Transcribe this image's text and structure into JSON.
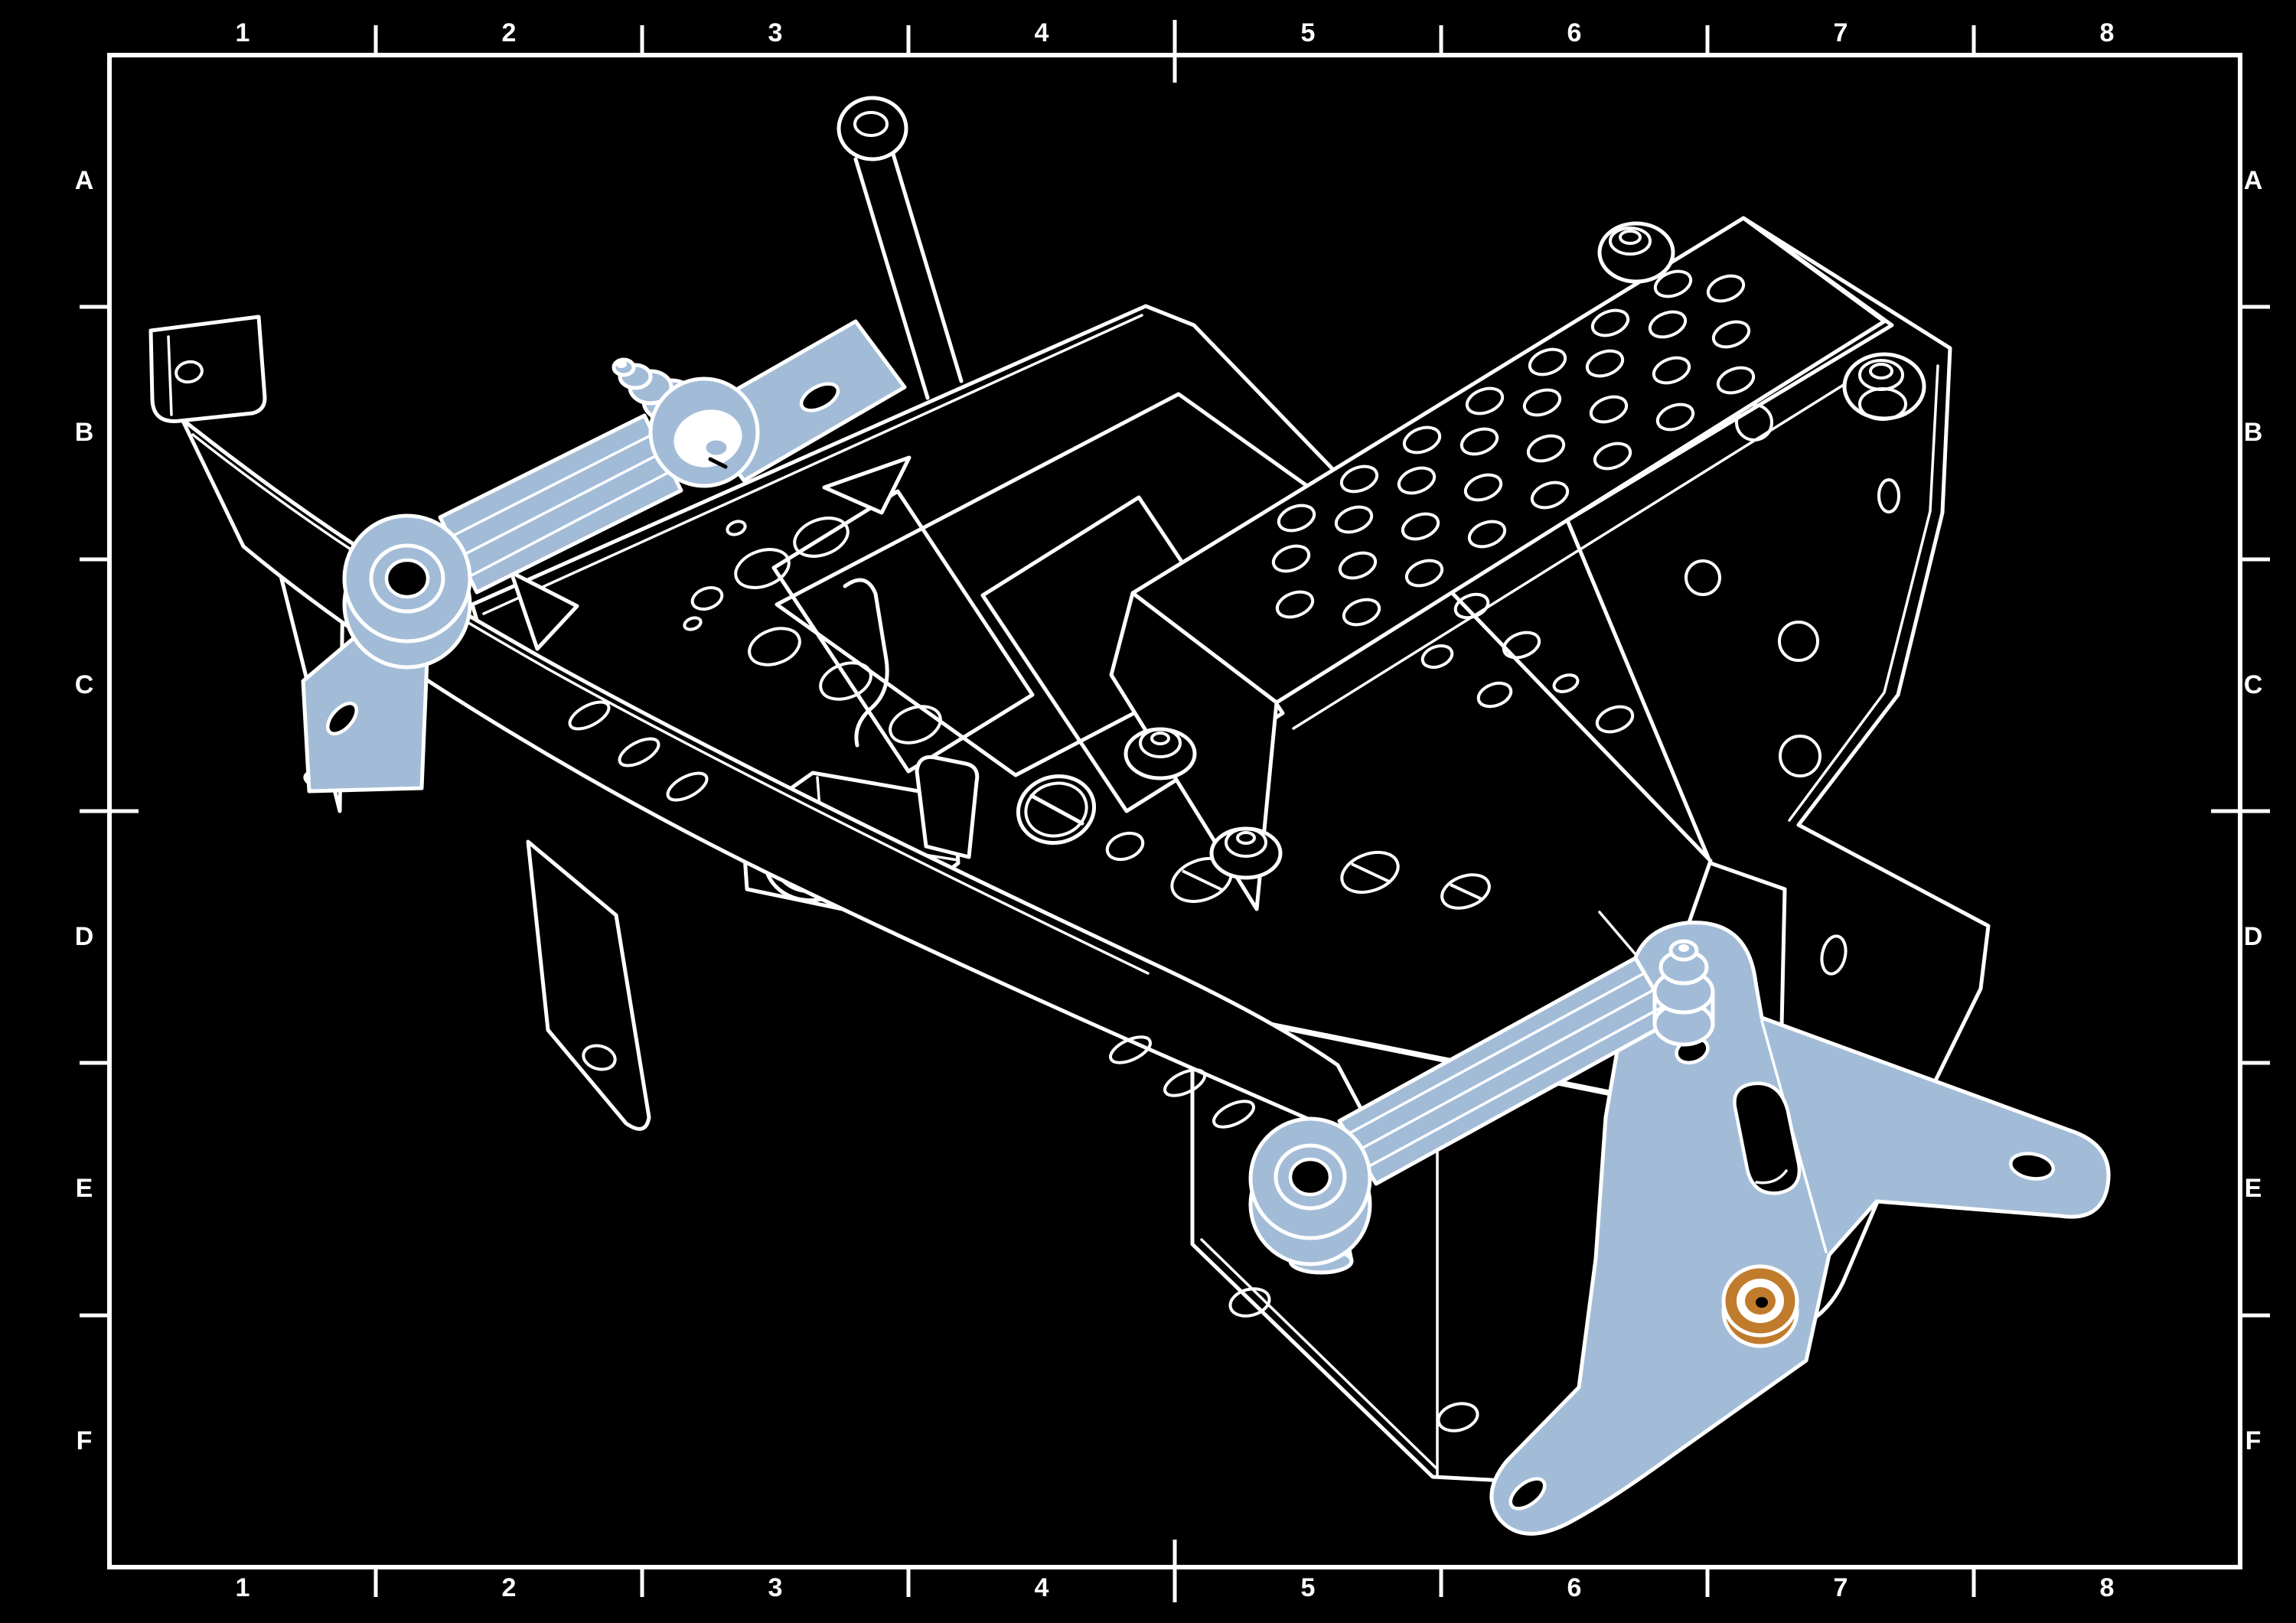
{
  "sheet": {
    "type": "engineering-drawing-isometric-wireframe",
    "grid": {
      "columns": [
        "1",
        "2",
        "3",
        "4",
        "5",
        "6",
        "7",
        "8"
      ],
      "rows": [
        "A",
        "B",
        "C",
        "D",
        "E",
        "F"
      ]
    },
    "colors": {
      "background": "#000000",
      "line": "#ffffff",
      "highlight": "#a2bcd8",
      "accent": "#c07c2c"
    },
    "parts": [
      {
        "id": "main-chassis-plate",
        "highlighted": false
      },
      {
        "id": "front-rail",
        "highlighted": false
      },
      {
        "id": "perforated-mounting-plate",
        "highlighted": false
      },
      {
        "id": "right-side-plate",
        "highlighted": false
      },
      {
        "id": "skirt-panel",
        "highlighted": false
      },
      {
        "id": "left-mounting-bracket",
        "highlighted": false
      },
      {
        "id": "upper-link-arm",
        "highlighted": true,
        "color": "#a2bcd8"
      },
      {
        "id": "upper-link-bracket",
        "highlighted": true,
        "color": "#a2bcd8"
      },
      {
        "id": "lower-link-arm",
        "highlighted": true,
        "color": "#a2bcd8"
      },
      {
        "id": "pivot-bracket",
        "highlighted": true,
        "color": "#a2bcd8"
      },
      {
        "id": "bushing",
        "highlighted": true,
        "color": "#c07c2c"
      }
    ]
  }
}
